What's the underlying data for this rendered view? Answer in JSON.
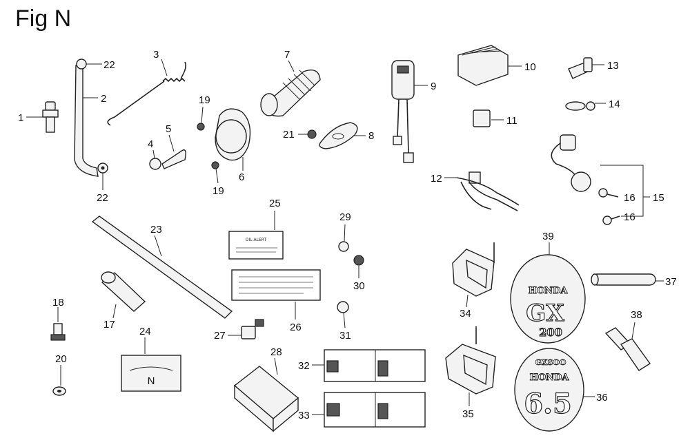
{
  "figure": {
    "title": "Fig N"
  },
  "callouts": [
    {
      "id": "c1",
      "label": "1"
    },
    {
      "id": "c2",
      "label": "2"
    },
    {
      "id": "c3",
      "label": "3"
    },
    {
      "id": "c4",
      "label": "4"
    },
    {
      "id": "c5",
      "label": "5"
    },
    {
      "id": "c6",
      "label": "6"
    },
    {
      "id": "c7",
      "label": "7"
    },
    {
      "id": "c8",
      "label": "8"
    },
    {
      "id": "c9",
      "label": "9"
    },
    {
      "id": "c10",
      "label": "10"
    },
    {
      "id": "c11",
      "label": "11"
    },
    {
      "id": "c12",
      "label": "12"
    },
    {
      "id": "c13",
      "label": "13"
    },
    {
      "id": "c14",
      "label": "14"
    },
    {
      "id": "c15",
      "label": "15"
    },
    {
      "id": "c16a",
      "label": "16"
    },
    {
      "id": "c16b",
      "label": "16"
    },
    {
      "id": "c17",
      "label": "17"
    },
    {
      "id": "c18",
      "label": "18"
    },
    {
      "id": "c19a",
      "label": "19"
    },
    {
      "id": "c19b",
      "label": "19"
    },
    {
      "id": "c20",
      "label": "20"
    },
    {
      "id": "c21",
      "label": "21"
    },
    {
      "id": "c22a",
      "label": "22"
    },
    {
      "id": "c22b",
      "label": "22"
    },
    {
      "id": "c23",
      "label": "23"
    },
    {
      "id": "c24",
      "label": "24"
    },
    {
      "id": "c25",
      "label": "25"
    },
    {
      "id": "c26",
      "label": "26"
    },
    {
      "id": "c27",
      "label": "27"
    },
    {
      "id": "c28",
      "label": "28"
    },
    {
      "id": "c29",
      "label": "29"
    },
    {
      "id": "c30",
      "label": "30"
    },
    {
      "id": "c31",
      "label": "31"
    },
    {
      "id": "c32",
      "label": "32"
    },
    {
      "id": "c33",
      "label": "33"
    },
    {
      "id": "c34",
      "label": "34"
    },
    {
      "id": "c35",
      "label": "35"
    },
    {
      "id": "c36",
      "label": "36"
    },
    {
      "id": "c37",
      "label": "37"
    },
    {
      "id": "c38",
      "label": "38"
    },
    {
      "id": "c39",
      "label": "39"
    }
  ],
  "part_text": {
    "label_25": "OIL ALERT",
    "label_24": "N",
    "emblem_39_brand": "HONDA",
    "emblem_39_model": "GX",
    "emblem_39_number": "200",
    "emblem_36_top": "GXSOO",
    "emblem_36_brand": "HONDA",
    "emblem_36_number": "6.5"
  }
}
